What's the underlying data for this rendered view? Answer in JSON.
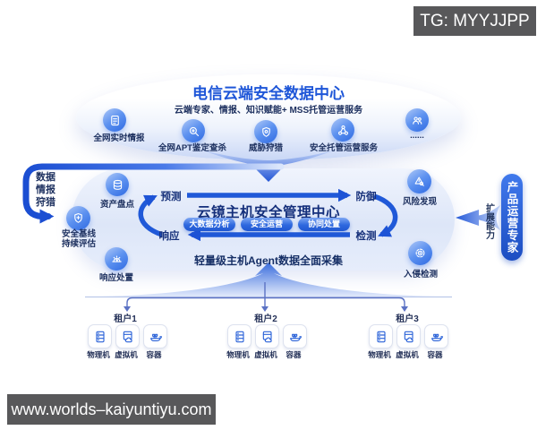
{
  "watermarks": {
    "telegram": "TG: MYYJJPP",
    "website": "www.worlds–kaiyuntiyu.com"
  },
  "colors": {
    "accent_blue": "#2563d9",
    "title_blue": "#1e56d8",
    "navy_text": "#1c2f5e",
    "watermark_bg": "#58585a",
    "hub_bg": "#dde6f8"
  },
  "cloud_center": {
    "title": "电信云端安全数据中心",
    "subtitle": "云端专家、情报、知识赋能+ MSS托管运营服务",
    "services": [
      {
        "label": "全网实时情报",
        "icon": "report-icon"
      },
      {
        "label": "全网APT鉴定查杀",
        "icon": "virus-scan-icon"
      },
      {
        "label": "威胁狩猎",
        "icon": "shield-icon"
      },
      {
        "label": "安全托管运营服务",
        "icon": "network-nodes-icon"
      },
      {
        "label": "......",
        "icon": "experts-icon"
      }
    ]
  },
  "left_flow": {
    "lines": [
      "数据",
      "情报",
      "狩猎"
    ]
  },
  "hub": {
    "title": "云镜主机安全管理中心",
    "capabilities": [
      "大数据分析",
      "安全运营",
      "协同处置"
    ],
    "cycle": {
      "predict": "预测",
      "defend": "防御",
      "respond": "响应",
      "detect": "检测"
    },
    "caption": "轻量级主机Agent数据全面采集"
  },
  "side_nodes": {
    "asset": "资产盘点",
    "baseline_lines": [
      "安全基线",
      "持续评估"
    ],
    "response": "响应处置",
    "risk": "风险发现",
    "intrusion": "入侵检测"
  },
  "right_panel": {
    "pill": "产品运营专家",
    "capability": "扩展能力"
  },
  "tenants": [
    {
      "name": "租户1",
      "items": [
        "物理机",
        "虚拟机",
        "容器"
      ]
    },
    {
      "name": "租户2",
      "items": [
        "物理机",
        "虚拟机",
        "容器"
      ]
    },
    {
      "name": "租户3",
      "items": [
        "物理机",
        "虚拟机",
        "容器"
      ]
    }
  ]
}
